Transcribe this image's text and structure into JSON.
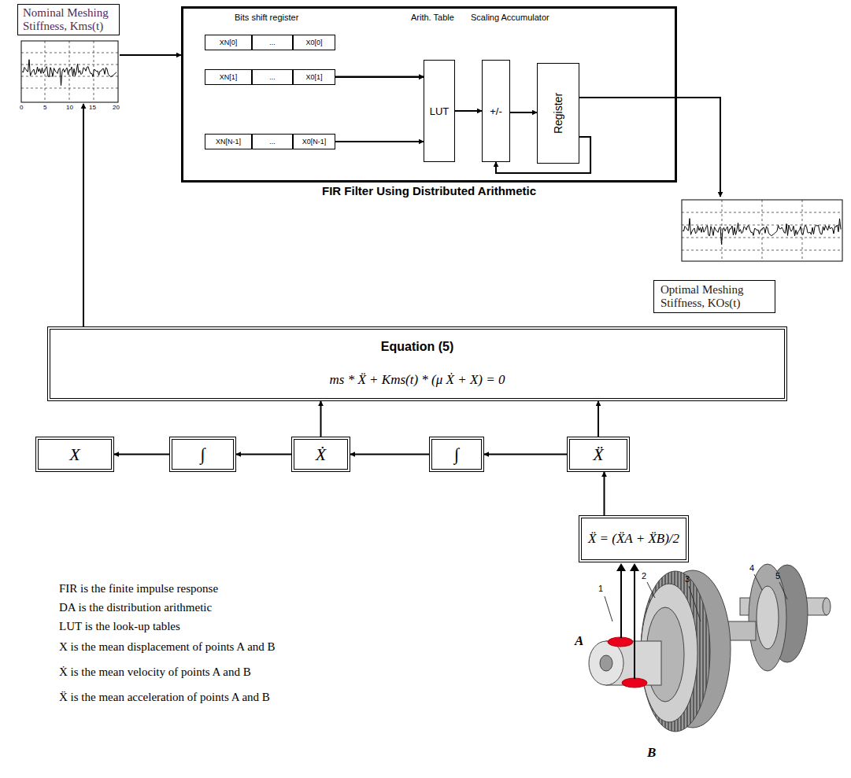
{
  "diagram": {
    "nodes": [
      {
        "text": [
          "Nominal Meshing Stiffness, Kms(t)"
        ]
      },
      {
        "text": [
          "FIR Filter Using Distributed Arithmetic"
        ]
      },
      {
        "text": [
          "XN[0]"
        ],
        "in": 1
      },
      {
        "text": [
          "..."
        ],
        "in": 1
      },
      {
        "text": [
          "X0[0]"
        ],
        "in": 1
      },
      {
        "text": [
          "XN[1]"
        ],
        "in": 1
      },
      {
        "text": [
          "..."
        ],
        "in": 1
      },
      {
        "text": [
          "X0[1]"
        ],
        "in": 1
      },
      {
        "text": [
          "XN[N-1]"
        ],
        "in": 1
      },
      {
        "text": [
          "..."
        ],
        "in": 1
      },
      {
        "text": [
          "X0[N-1]"
        ],
        "in": 1
      },
      {
        "text": [
          "LUT"
        ],
        "in": 1
      },
      {
        "text": [
          "+/-"
        ],
        "in": 1
      },
      {
        "text": [
          "Register"
        ],
        "in": 1
      },
      {
        "text": [
          "Optimal Meshing Stiffness, KOs(t)"
        ]
      },
      {
        "text": [
          "Equation (5)",
          "ms * Ẍ + Kms(t) * (μ Ẋ + X) = 0"
        ]
      },
      {
        "text": [
          "X"
        ]
      },
      {
        "text": [
          "∫"
        ]
      },
      {
        "text": [
          "Ẋ"
        ]
      },
      {
        "text": [
          "∫"
        ]
      },
      {
        "text": [
          "Ẍ"
        ]
      },
      {
        "text": [
          "Ẍ = (ẌA + ẌB)/2"
        ]
      }
    ],
    "edges": [
      {
        "from": 0,
        "to": 1,
        "arrow": "to"
      },
      {
        "from": 4,
        "to": 11,
        "arrow": "to"
      },
      {
        "from": 7,
        "to": 11,
        "arrow": "to"
      },
      {
        "from": 10,
        "to": 11,
        "arrow": "to"
      },
      {
        "from": 11,
        "to": 12,
        "arrow": "to"
      },
      {
        "from": 12,
        "to": 13,
        "arrow": "to"
      },
      {
        "from": 13,
        "to": 12,
        "arrow": "to"
      },
      {
        "from": 13,
        "to": 14,
        "arrow": "to"
      },
      {
        "from": 15,
        "to": 0,
        "arrow": "to"
      },
      {
        "from": 20,
        "to": 19,
        "arrow": "to"
      },
      {
        "from": 19,
        "to": 18,
        "arrow": "to"
      },
      {
        "from": 18,
        "to": 17,
        "arrow": "to"
      },
      {
        "from": 17,
        "to": 16,
        "arrow": "to"
      },
      {
        "from": 18,
        "to": 15,
        "arrow": "to"
      },
      {
        "from": 20,
        "to": 15,
        "arrow": "to"
      },
      {
        "from": 21,
        "to": 20,
        "arrow": "to"
      }
    ],
    "labels": [
      "Bits shift register",
      "Arith. Table",
      "Scaling Accumulator",
      "FIR is the finite impulse response",
      "DA is the distribution arithmetic",
      "LUT is the look-up tables",
      "X is the mean displacement of points A and B",
      "Ẋ is the mean velocity of points A and B",
      "Ẍ is the mean acceleration of points A and B",
      "A",
      "B",
      "1",
      "2",
      "3",
      "4",
      "5",
      "0",
      "5",
      "10",
      "15",
      "20"
    ]
  }
}
